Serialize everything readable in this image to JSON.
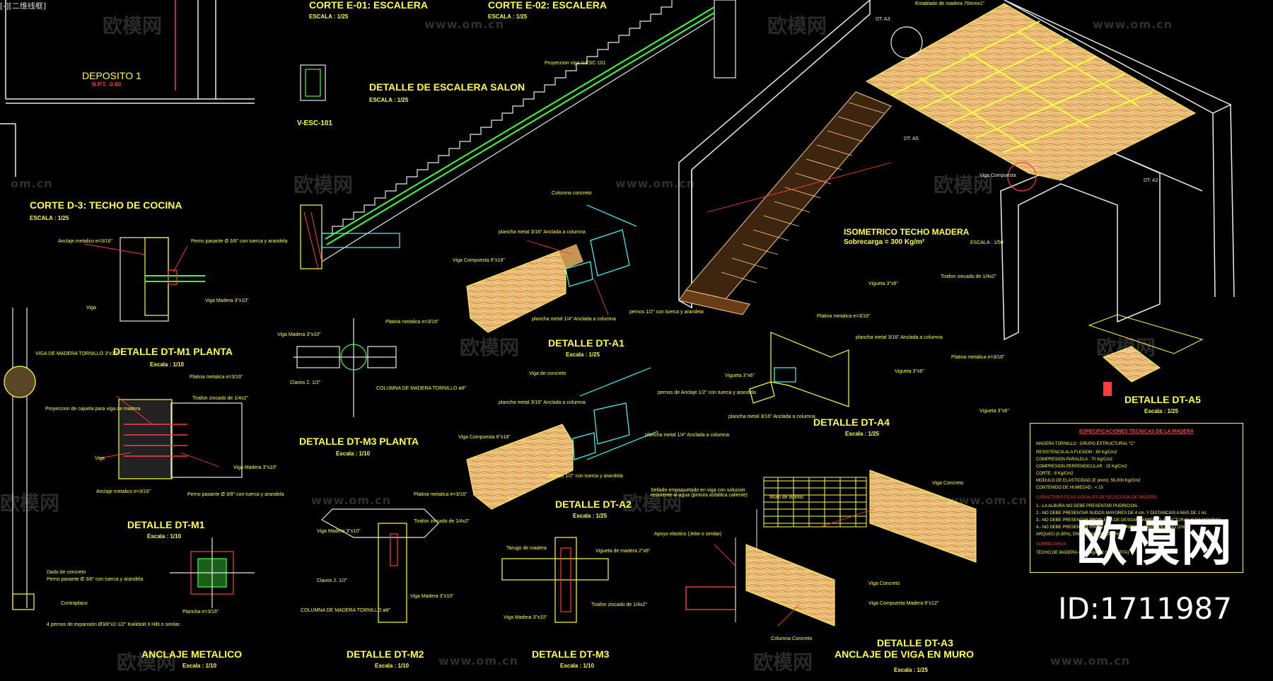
{
  "top_left_label": "[-][二维线框]",
  "watermark": {
    "brand": "欧模网",
    "url": "www.om.cn",
    "url_short": "om.cn",
    "brand_id": "ID:1711987"
  },
  "drawings": {
    "corte_e01": {
      "title": "CORTE E-01: ESCALERA",
      "scale": "ESCALA : 1/25"
    },
    "corte_e02": {
      "title": "CORTE E-02: ESCALERA",
      "scale": "ESCALA : 1/25"
    },
    "deposito": {
      "title": "DEPOSITO  1",
      "npt": "N.P.T. -0.60"
    },
    "escalera_salon": {
      "title": "DETALLE DE ESCALERA SALON",
      "scale": "ESCALA : 1/25"
    },
    "corte_d3": {
      "title": "CORTE D-3:  TECHO DE COCINA",
      "scale": "ESCALA : 1/25"
    },
    "dt_m1_planta": {
      "title": "DETALLE DT-M1 PLANTA",
      "scale": "Escala : 1/10"
    },
    "dt_a1": {
      "title": "DETALLE  DT-A1",
      "scale": "Escala : 1/25"
    },
    "dt_m3_planta": {
      "title": "DETALLE DT-M3 PLANTA",
      "scale": "Escala : 1/10"
    },
    "dt_m1": {
      "title": "DETALLE DT-M1",
      "scale": "Escala : 1/10"
    },
    "dt_a2": {
      "title": "DETALLE  DT-A2",
      "scale": "Escala : 1/25"
    },
    "anclaje": {
      "title": "ANCLAJE METALICO",
      "scale": "Escala : 1/10"
    },
    "dt_m2": {
      "title": "DETALLE  DT-M2",
      "scale": "Escala : 1/10"
    },
    "dt_m3": {
      "title": "DETALLE  DT-M3",
      "scale": "Escala : 1/10"
    },
    "dt_a4": {
      "title": "DETALLE  DT-A4",
      "scale": "Escala : 1/25"
    },
    "dt_a5": {
      "title": "DETALLE  DT-A5",
      "scale": "Escala : 1/25"
    },
    "dt_a3": {
      "title": "DETALLE  DT-A3",
      "subtitle": "ANCLAJE DE VIGA EN MURO",
      "scale": "Escala : 1/25"
    },
    "isometrico": {
      "title": "ISOMETRICO TECHO MADERA",
      "subtitle": "Sobrecarga = 300 Kg/m²",
      "scale": "ESCALA : 1/50"
    }
  },
  "annotations": {
    "proyeccion_viga": "Proyeccion viga V-ESC-101",
    "v_esc": "V-ESC-101",
    "columna_concreto": "Columna concreto",
    "plancha_metal": "plancha metal 3/16\" Anclada a columna",
    "viga_compuesta": "Viga Compuesta 6\"x18\"",
    "pernos": "pernos 1/2\" con tuerca y arandela",
    "plancha_metal_14": "plancha metal 1/4\" Anclada a columna",
    "anclaje_metalico": "Anclaje metalico e=3/16\"",
    "perno_pasante": "Perno pasante Ø 3/8\" con tuerca y arandela",
    "viga": "Viga",
    "viga_madera": "Viga Madera 3\"x10\"",
    "viga_de_madera": "VIGA DE MADERA TORNILLO 3\"x10\"",
    "platina_metalica": "Platina metalica e=3/16\"",
    "tirafon_zincado": "Tirafon zincado de 1/4x2\"",
    "proyeccion_cajuela": "Proyeccion de cajuela para viga de madera",
    "clavos": "Clavos 2. 1/2\"",
    "columna_madera": "COLUMNA DE MADERA TORNILLO ø8\"",
    "viga_concreto": "Viga de concreto",
    "pernos_anclaje": "pernos de Anclaje 1/2\" con tuerca y arandela",
    "dado_concreto": "Dado de concreto",
    "contraplaco": "Contraplaco",
    "pernos_expansion": "4 pernos de expansión Ø3/8\"x2-1/2\" Kwikbolt II Hilti o similar.",
    "plancha_316": "Plancha e=3/16\"",
    "tarugo": "Tarugo de madera",
    "vigueta": "Vigueta de madera 2\"x6\"",
    "vigueta_short": "Vigueta 3\"x6\"",
    "muro_ladrillo": "Muro de ladrillo",
    "sello": "Sellado empaquetado en viga con solucion resistente al agua (pintura asfaltica caliente)",
    "apoyo_elastico": "Apoyo elastico (Jebe o similar)",
    "viga_concreto2": "Viga Concreto",
    "viga_compuesta2": "Viga Compuesta Madera 6\"x12\"",
    "columna_concreto2": "Columna Concreto",
    "entablado": "Entablado de madera 70mmx1\"",
    "dt_a3_tag": "DT. A3",
    "dt_a5_tag": "DT. A5",
    "dt_a2_tag": "DT. A2",
    "viga_compuesta3": "Viga Compuesta"
  },
  "specs": {
    "heading": "ESPECIFICACIONES TECNICAS DE LA MADERA",
    "lines": [
      "MADERA TORNILLO : GRUPO ESTRUCTURAL \"C\"",
      "RESISTENCIA ALA FLEXION :   80 Kg/Cm2",
      "COMPRESION PARALELA      :   70 Kg/Cm2",
      "COMPRESION PERPENDICULAR :   15 Kg/Cm2",
      "CORTE                    :    8 Kg/Cm2",
      "MODULO DE ELASTICIDAD (E prom): 55,000 Kg/Cm2",
      "CONTENIDO DE HUMEDAD     :  < 15",
      "CARACTERISTICAS VISUALES DE SELECCION DE MADERA",
      "1.- LA ALBURA NO DEBE PRESENTAR PUDRICION.",
      "2.- NO DEBE PRESENTAR NUDOS MAYORES DE 4 cm. Y DISTANCIAS A MAS DE 1 ml.",
      "3.- NO DEBE PRESENTAR PROBLEMA DE DESGARRAMIENTO, FRACTURAS O RAJADURAS.",
      "4.- NO DEBE PRESENTAR PROBLEMA DE ALABEO O ABARQUILLADO (1%).",
      "ARQUEO (0.30%), ENCORVADURA (0.30%).",
      "SOBRECARGA:",
      "TECHO DE MADERA = 300 kg/cm2 (CUBIERTA)"
    ]
  }
}
